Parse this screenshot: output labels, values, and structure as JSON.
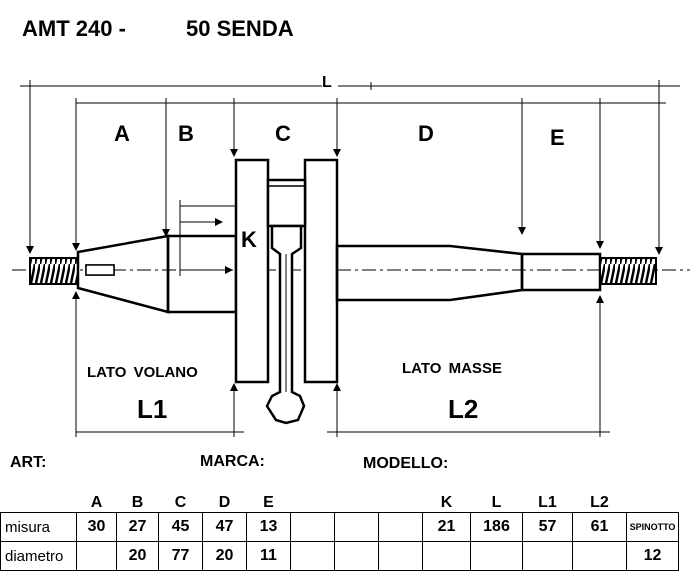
{
  "header": {
    "model": "AMT 240 -",
    "name": "50 SENDA"
  },
  "dimensions": {
    "L": "L",
    "A": "A",
    "B": "B",
    "C": "C",
    "D": "D",
    "E": "E",
    "K": "K",
    "L1": "L1",
    "L2": "L2"
  },
  "sides": {
    "left": "LATO VOLANO",
    "right": "LATO MASSE"
  },
  "form": {
    "art": "ART:",
    "marca": "MARCA:",
    "modello": "MODELLO:"
  },
  "table": {
    "headers": [
      "A",
      "B",
      "C",
      "D",
      "E",
      "",
      "",
      "",
      "K",
      "L",
      "L1",
      "L2",
      ""
    ],
    "rows": [
      {
        "label": "misura",
        "cells": [
          "30",
          "27",
          "45",
          "47",
          "13",
          "",
          "",
          "",
          "21",
          "186",
          "57",
          "61",
          "SPINOTTO"
        ]
      },
      {
        "label": "diametro",
        "cells": [
          "",
          "20",
          "77",
          "20",
          "11",
          "",
          "",
          "",
          "",
          "",
          "",
          "",
          "12"
        ]
      }
    ]
  }
}
